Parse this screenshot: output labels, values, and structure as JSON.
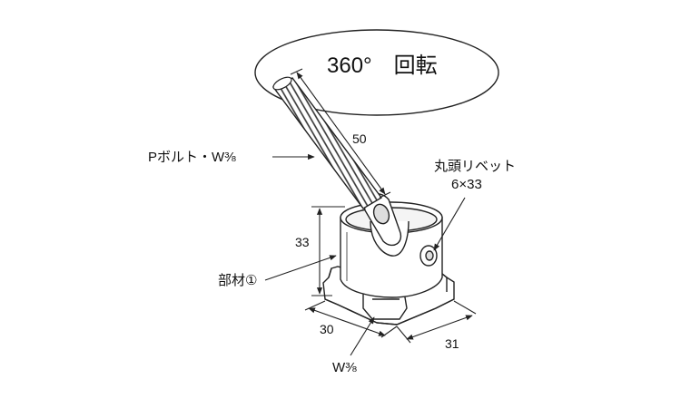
{
  "diagram": {
    "rotation_label": "360°　回転",
    "labels": {
      "bolt": "Pボルト・W⅜",
      "rivet_name": "丸頭リベット",
      "rivet_size": "6×33",
      "member": "部材①",
      "bottom_thread": "W⅜"
    },
    "dimensions": {
      "bolt_length": "50",
      "height": "33",
      "depth": "30",
      "width": "31"
    }
  },
  "colors": {
    "line": "#222222",
    "background": "#ffffff",
    "part_fill": "#ffffff"
  }
}
